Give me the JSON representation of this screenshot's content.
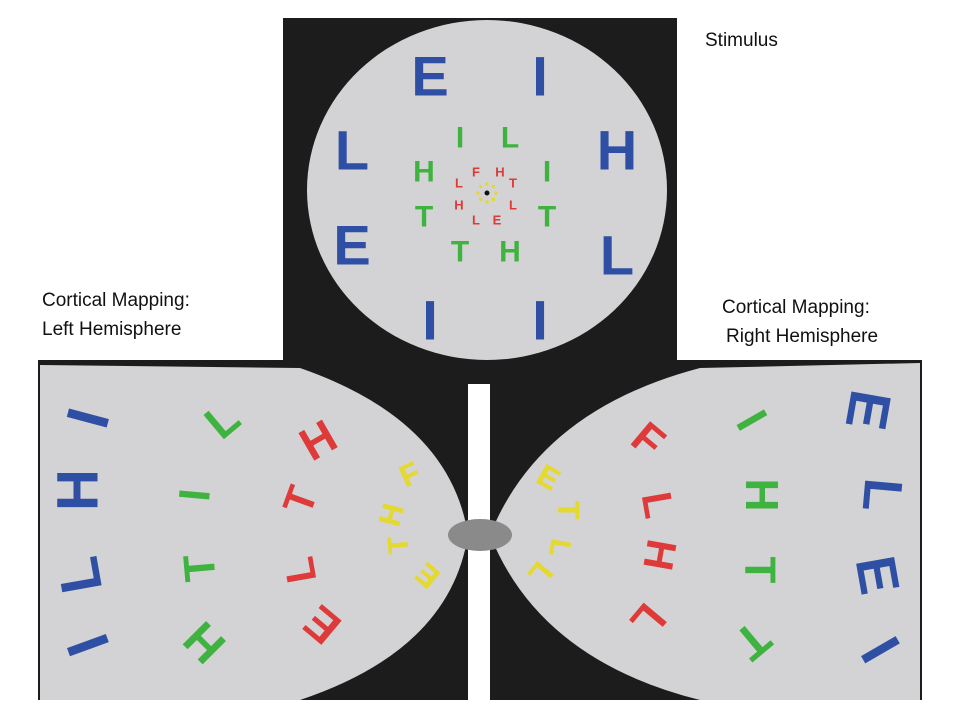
{
  "labels": {
    "stimulus": "Stimulus",
    "left_line1": "Cortical Mapping:",
    "left_line2": "Left Hemisphere",
    "right_line1": "Cortical Mapping:",
    "right_line2": "Right Hemisphere"
  },
  "colors": {
    "background_panel": "#1c1c1c",
    "field": "#d3d3d5",
    "ring_outer": "#2f4fa5",
    "ring_middle": "#3fb33f",
    "ring_inner": "#de3a3a",
    "ring_center": "#e6d920",
    "fovea_blob": "#8a8a8a"
  },
  "stimulus_rings": {
    "outer": [
      "E",
      "I",
      "H",
      "L",
      "I",
      "I",
      "E",
      "L"
    ],
    "middle": [
      "L",
      "I",
      "T",
      "H",
      "T",
      "T",
      "H",
      "I"
    ],
    "inner": [
      "H",
      "T",
      "L",
      "E",
      "L",
      "H",
      "L",
      "F"
    ]
  },
  "left_hemisphere_letters": [
    {
      "t": "I",
      "ring": "outer"
    },
    {
      "t": "H",
      "ring": "outer"
    },
    {
      "t": "L",
      "ring": "outer"
    },
    {
      "t": "I",
      "ring": "outer"
    },
    {
      "t": "L",
      "ring": "middle"
    },
    {
      "t": "I",
      "ring": "middle"
    },
    {
      "t": "T",
      "ring": "middle"
    },
    {
      "t": "H",
      "ring": "middle"
    },
    {
      "t": "H",
      "ring": "inner"
    },
    {
      "t": "T",
      "ring": "inner"
    },
    {
      "t": "L",
      "ring": "inner"
    },
    {
      "t": "E",
      "ring": "inner"
    },
    {
      "t": "F",
      "ring": "center"
    },
    {
      "t": "H",
      "ring": "center"
    },
    {
      "t": "T",
      "ring": "center"
    },
    {
      "t": "E",
      "ring": "center"
    }
  ],
  "right_hemisphere_letters": [
    {
      "t": "E",
      "ring": "outer"
    },
    {
      "t": "L",
      "ring": "outer"
    },
    {
      "t": "E",
      "ring": "outer"
    },
    {
      "t": "I",
      "ring": "outer"
    },
    {
      "t": "I",
      "ring": "middle"
    },
    {
      "t": "H",
      "ring": "middle"
    },
    {
      "t": "T",
      "ring": "middle"
    },
    {
      "t": "T",
      "ring": "middle"
    },
    {
      "t": "F",
      "ring": "inner"
    },
    {
      "t": "L",
      "ring": "inner"
    },
    {
      "t": "H",
      "ring": "inner"
    },
    {
      "t": "L",
      "ring": "inner"
    },
    {
      "t": "E",
      "ring": "center"
    },
    {
      "t": "T",
      "ring": "center"
    },
    {
      "t": "L",
      "ring": "center"
    },
    {
      "t": "L",
      "ring": "center"
    }
  ]
}
